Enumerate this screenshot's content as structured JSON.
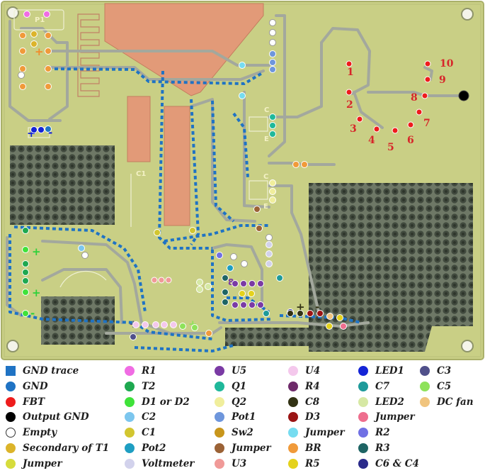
{
  "pin_numbers": [
    "1",
    "2",
    "3",
    "4",
    "5",
    "6",
    "7",
    "8",
    "9",
    "10"
  ],
  "board_text": {
    "p1": "P1",
    "c1": "C1",
    "plus": "+",
    "minus": "-",
    "c_label": "C",
    "e_label": "E",
    "eight": "8"
  },
  "colors": {
    "board": "#c9cf85",
    "copper_pad": "#e29a78",
    "trace": "#a3a89d",
    "gnd_trace": "#1f73c4",
    "pin_label": "#d7262a",
    "polarity_plus": "#2fd13a",
    "polarity_plus_alt": "#f08c2c"
  },
  "legend": [
    {
      "label": "GND trace",
      "color": "#1f73c4",
      "shape": "square"
    },
    {
      "label": "GND",
      "color": "#1f73c4",
      "shape": "dot"
    },
    {
      "label": "FBT",
      "color": "#ee1c1c",
      "shape": "dot"
    },
    {
      "label": "Output GND",
      "color": "#000000",
      "shape": "dot"
    },
    {
      "label": "Empty",
      "color": "#ffffff",
      "shape": "ring"
    },
    {
      "label": "Secondary of T1",
      "color": "#dcb42a",
      "shape": "dot"
    },
    {
      "label": "Jumper",
      "color": "#d6dc3c",
      "shape": "dot"
    },
    {
      "label": "R1",
      "color": "#f06ce3",
      "shape": "dot"
    },
    {
      "label": "T2",
      "color": "#1ea850",
      "shape": "dot"
    },
    {
      "label": "D1 or D2",
      "color": "#3fe23a",
      "shape": "dot"
    },
    {
      "label": "C2",
      "color": "#7cc6ee",
      "shape": "dot"
    },
    {
      "label": "C1",
      "color": "#d2c630",
      "shape": "dot"
    },
    {
      "label": "Pot2",
      "color": "#1e9ec2",
      "shape": "dot"
    },
    {
      "label": "Voltmeter",
      "color": "#d2d2ec",
      "shape": "dot"
    },
    {
      "label": "U5",
      "color": "#7a3aa4",
      "shape": "dot"
    },
    {
      "label": "Q1",
      "color": "#1fb89a",
      "shape": "dot"
    },
    {
      "label": "Q2",
      "color": "#f0ee9c",
      "shape": "dot"
    },
    {
      "label": "Pot1",
      "color": "#6e96dc",
      "shape": "dot"
    },
    {
      "label": "Sw2",
      "color": "#c8961c",
      "shape": "dot"
    },
    {
      "label": "Jumper",
      "color": "#9b6236",
      "shape": "dot"
    },
    {
      "label": "U3",
      "color": "#f09a98",
      "shape": "dot"
    },
    {
      "label": "U4",
      "color": "#f4c8ec",
      "shape": "dot"
    },
    {
      "label": "R4",
      "color": "#6e2a6a",
      "shape": "dot"
    },
    {
      "label": "C8",
      "color": "#323214",
      "shape": "dot"
    },
    {
      "label": "D3",
      "color": "#9a1414",
      "shape": "dot"
    },
    {
      "label": "Jumper",
      "color": "#76dcf0",
      "shape": "dot"
    },
    {
      "label": "BR",
      "color": "#f09a3a",
      "shape": "dot"
    },
    {
      "label": "R5",
      "color": "#e4d21c",
      "shape": "dot"
    },
    {
      "label": "LED1",
      "color": "#1424d6",
      "shape": "dot"
    },
    {
      "label": "C7",
      "color": "#1e9a9a",
      "shape": "dot"
    },
    {
      "label": "LED2",
      "color": "#d6e8a4",
      "shape": "dot"
    },
    {
      "label": "Jumper",
      "color": "#ee6e8e",
      "shape": "dot"
    },
    {
      "label": "R2",
      "color": "#7070e4",
      "shape": "dot"
    },
    {
      "label": "R3",
      "color": "#1e6464",
      "shape": "dot"
    },
    {
      "label": "C6 & C4",
      "color": "#2a2a8a",
      "shape": "dot"
    },
    {
      "label": "C3",
      "color": "#50508a",
      "shape": "dot"
    },
    {
      "label": "C5",
      "color": "#8ee25a",
      "shape": "dot"
    },
    {
      "label": "DC fan",
      "color": "#f0c47e",
      "shape": "dot"
    }
  ]
}
